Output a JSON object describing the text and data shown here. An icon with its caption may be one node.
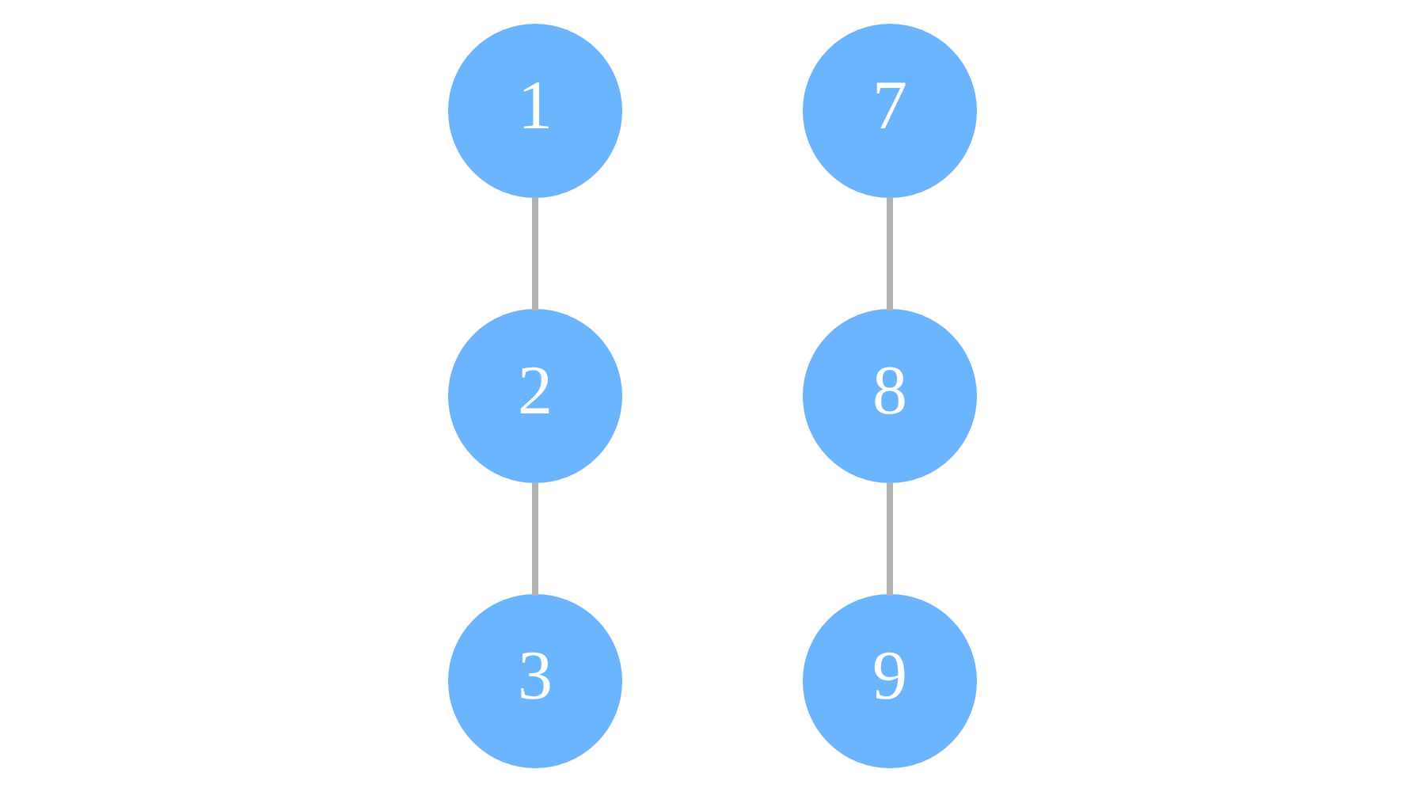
{
  "diagram": {
    "nodes": [
      {
        "text": [
          "1"
        ]
      },
      {
        "text": [
          "2"
        ]
      },
      {
        "text": [
          "3"
        ]
      },
      {
        "text": [
          "7"
        ]
      },
      {
        "text": [
          "8"
        ]
      },
      {
        "text": [
          "9"
        ]
      }
    ],
    "edges": [
      {
        "from": 0,
        "to": 1,
        "arrow": "none"
      },
      {
        "from": 1,
        "to": 2,
        "arrow": "none"
      },
      {
        "from": 3,
        "to": 4,
        "arrow": "none"
      },
      {
        "from": 4,
        "to": 5,
        "arrow": "none"
      }
    ]
  }
}
